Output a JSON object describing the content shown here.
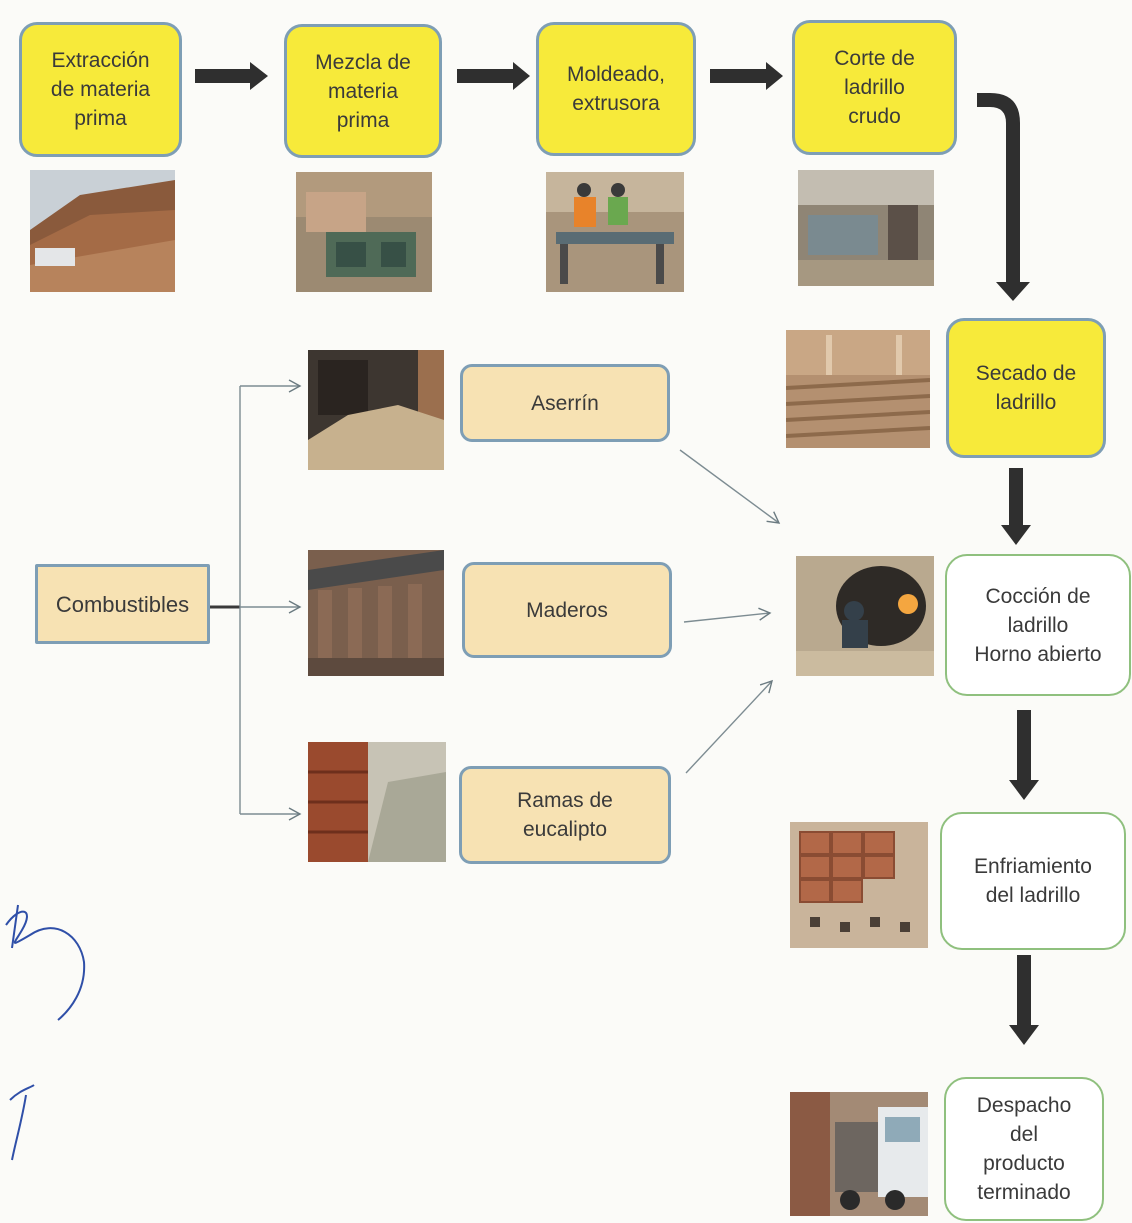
{
  "steps": {
    "extraccion": "Extracción\nde materia\nprima",
    "mezcla": "Mezcla de\nmateria\nprima",
    "moldeado": "Moldeado,\nextrusora",
    "corte": "Corte de\nladrillo\ncrudo",
    "secado": "Secado de\nladrillo",
    "coccion": "Cocción de\nladrillo\nHorno abierto",
    "enfriamiento": "Enfriamiento\ndel ladrillo",
    "despacho": "Despacho\ndel\nproducto\nterminado"
  },
  "fuels": {
    "group": "Combustibles",
    "aserrin": "Aserrín",
    "maderos": "Maderos",
    "ramas": "Ramas de\neucalipto"
  },
  "colors": {
    "step_fill": "#f7ea3a",
    "fuel_fill": "#f7e2b3",
    "box_border": "#7e9eb5",
    "final_border": "#8fc07e",
    "arrow": "#2f2f2f"
  }
}
